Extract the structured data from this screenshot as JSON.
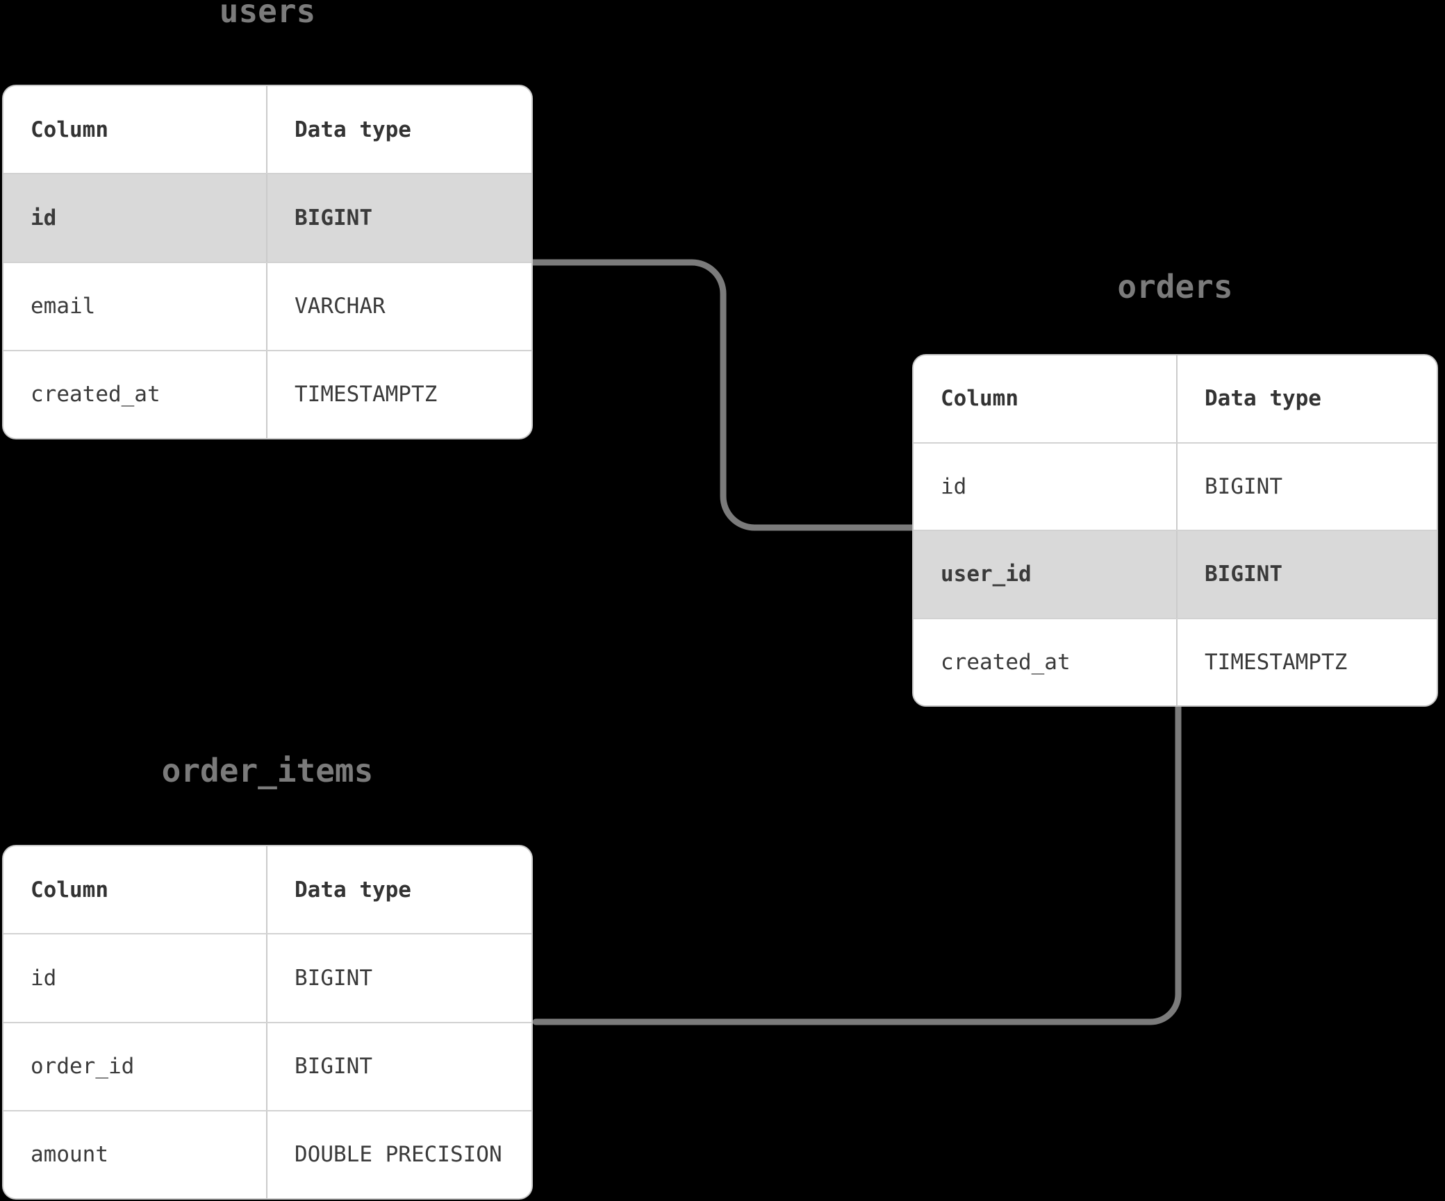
{
  "background_color": "#000000",
  "colors": {
    "table_background": "#ffffff",
    "highlight_row_background": "#d9d9d9",
    "table_border": "#c7c7c7",
    "row_divider": "#d2d2d2",
    "title_text": "#7b7b7b",
    "cell_text": "#3a3a3a",
    "connector_line": "#7b7b7b"
  },
  "tables": [
    {
      "name": "users",
      "title": "users",
      "headers": {
        "column": "Column",
        "data_type": "Data type"
      },
      "rows": [
        {
          "column": "id",
          "data_type": "BIGINT",
          "highlighted": true
        },
        {
          "column": "email",
          "data_type": "VARCHAR",
          "highlighted": false
        },
        {
          "column": "created_at",
          "data_type": "TIMESTAMPTZ",
          "highlighted": false
        }
      ]
    },
    {
      "name": "orders",
      "title": "orders",
      "headers": {
        "column": "Column",
        "data_type": "Data type"
      },
      "rows": [
        {
          "column": "id",
          "data_type": "BIGINT",
          "highlighted": false
        },
        {
          "column": "user_id",
          "data_type": "BIGINT",
          "highlighted": true
        },
        {
          "column": "created_at",
          "data_type": "TIMESTAMPTZ",
          "highlighted": false
        }
      ]
    },
    {
      "name": "order_items",
      "title": "order_items",
      "headers": {
        "column": "Column",
        "data_type": "Data type"
      },
      "rows": [
        {
          "column": "id",
          "data_type": "BIGINT",
          "highlighted": false
        },
        {
          "column": "order_id",
          "data_type": "BIGINT",
          "highlighted": false
        },
        {
          "column": "amount",
          "data_type": "DOUBLE PRECISION",
          "highlighted": false
        }
      ]
    }
  ],
  "relationships": [
    {
      "from_table": "users",
      "from_row": "id",
      "to_table": "orders",
      "to_row": "user_id"
    },
    {
      "from_table": "orders",
      "from_row": "id",
      "to_table": "order_items",
      "to_row": "order_id"
    }
  ]
}
